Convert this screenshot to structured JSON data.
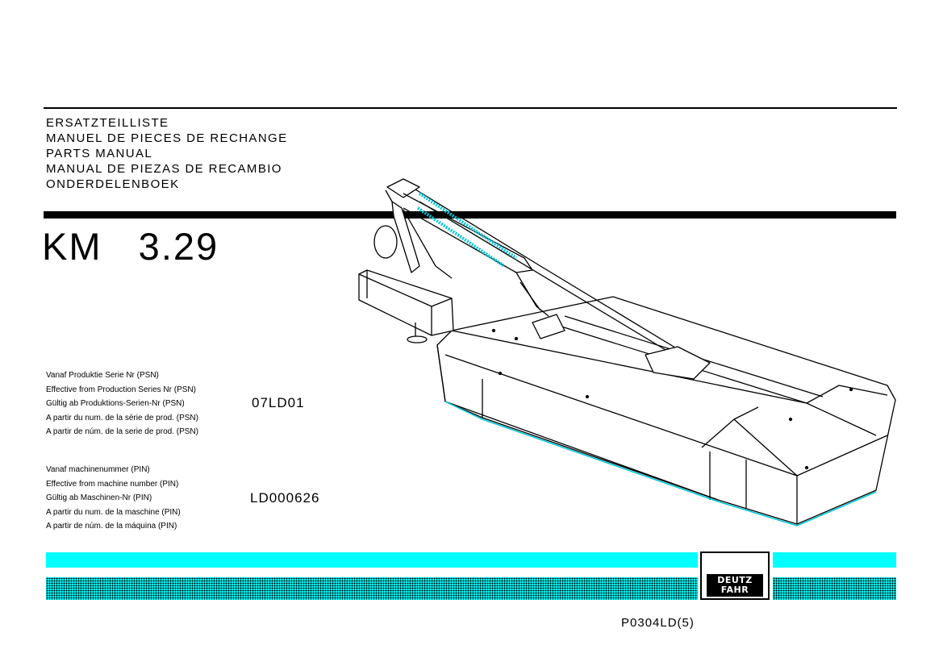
{
  "titles": [
    "ERSATZTEILLISTE",
    "MANUEL DE PIECES DE RECHANGE",
    "PARTS MANUAL",
    "MANUAL DE PIEZAS DE RECAMBIO",
    "ONDERDELENBOEK"
  ],
  "model": "KM   3.29",
  "psn": {
    "lines": [
      "Vanaf Produktie Serie Nr (PSN)",
      "Effective from Production Series Nr (PSN)",
      "Gültig ab Produktions-Serien-Nr (PSN)",
      "A partir du num. de la série de prod. (PSN)",
      "A partir de núm. de la serie de prod. (PSN)"
    ],
    "value": "07LD01"
  },
  "pin": {
    "lines": [
      "Vanaf machinenummer (PIN)",
      "Effective from machine number (PIN)",
      "Gültig ab Maschinen-Nr (PIN)",
      "A partir du num. de la maschine (PIN)",
      "A partir de núm. de la máquina (PIN)"
    ],
    "value": "LD000626"
  },
  "logo": {
    "line1": "DEUTZ",
    "line2": "FAHR"
  },
  "document_number": "P0304LD(5)",
  "colors": {
    "accent": "#00ffff",
    "ink": "#000000"
  }
}
